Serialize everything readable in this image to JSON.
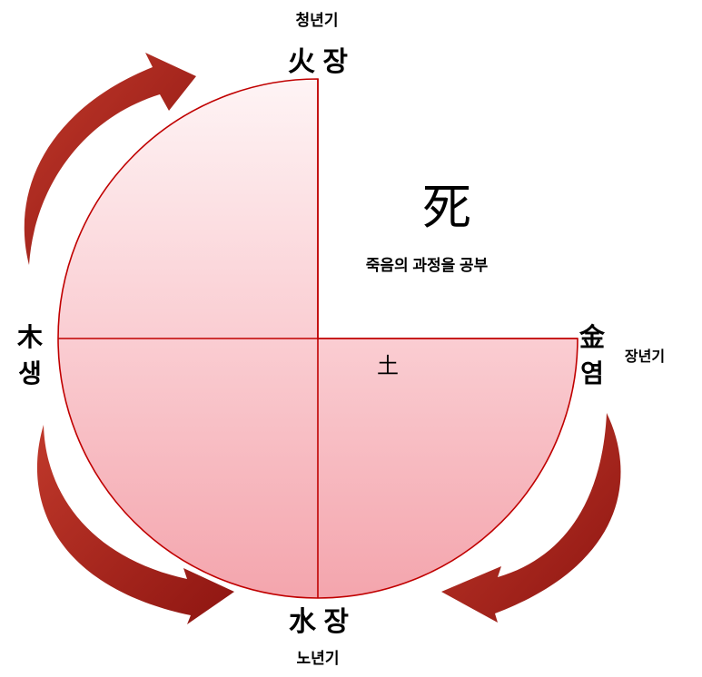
{
  "diagram": {
    "title": "死",
    "subtitle": "죽음의 과정을 공부",
    "center": {
      "label": "土"
    },
    "top": {
      "stage": "청년기",
      "label": "火 장"
    },
    "bottom": {
      "stage": "노년기",
      "label": "水 장"
    },
    "left": {
      "label": "木\n생"
    },
    "right": {
      "label": "金\n염",
      "stage": "장년기"
    },
    "colors": {
      "outline": "#C00000",
      "fill_top": "#FEF4F5",
      "fill_mid": "#FACDD2",
      "fill_bottom": "#F4A5AD",
      "arrow_light": "#C0392B",
      "arrow_dark": "#8E1511"
    }
  }
}
